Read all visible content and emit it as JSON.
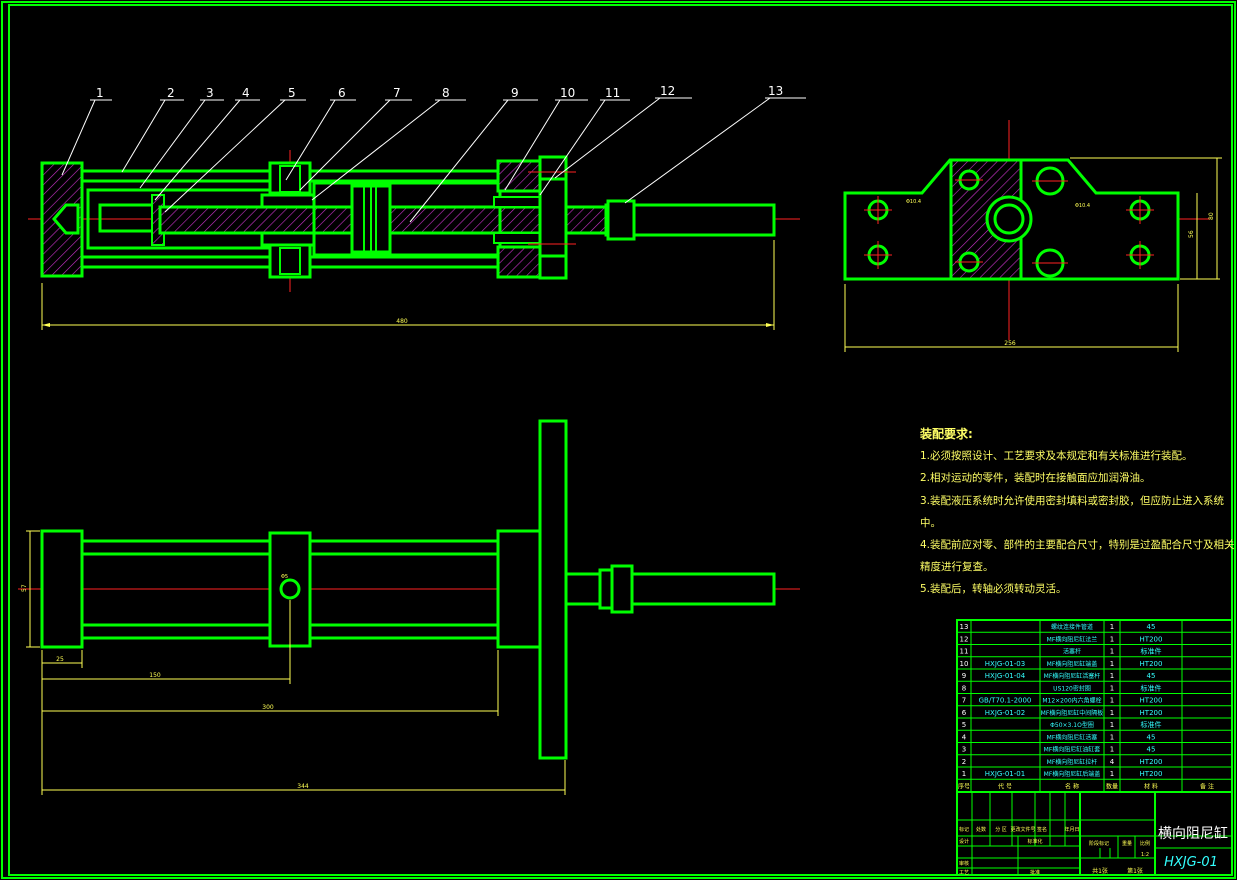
{
  "balloons": [
    "1",
    "2",
    "3",
    "4",
    "5",
    "6",
    "7",
    "8",
    "9",
    "10",
    "11",
    "12",
    "13"
  ],
  "dimensions": {
    "front_length": "480",
    "side_width": "256",
    "side_h1": "80",
    "side_h2": "56",
    "small_hole": "Φ10.4",
    "small_hole2": "Φ10.4",
    "bottom_dia": "Φ5",
    "bottom_a": "25",
    "bottom_b": "150",
    "bottom_c": "300",
    "bottom_d": "344",
    "bottom_h": "57"
  },
  "notes": {
    "title": "装配要求:",
    "items": [
      "1.必须按照设计、工艺要求及本规定和有关标准进行装配。",
      "2.相对运动的零件，装配时在接触面应加润滑油。",
      "3.装配液压系统时允许使用密封填料或密封胶，但应防止进入系统中。",
      "4.装配前应对零、部件的主要配合尺寸，特别是过盈配合尺寸及相关精度进行复查。",
      "5.装配后，转轴必须转动灵活。"
    ]
  },
  "bom": {
    "rows": [
      {
        "no": "13",
        "code": "",
        "name": "螺纹连接件管道",
        "qty": "1",
        "mat": "45"
      },
      {
        "no": "12",
        "code": "",
        "name": "MF横向阻尼缸法兰",
        "qty": "1",
        "mat": "HT200"
      },
      {
        "no": "11",
        "code": "",
        "name": "活塞杆",
        "qty": "1",
        "mat": "标准件"
      },
      {
        "no": "10",
        "code": "HXJG-01-03",
        "name": "MF横向阻尼缸端盖",
        "qty": "1",
        "mat": "HT200"
      },
      {
        "no": "9",
        "code": "HXJG-01-04",
        "name": "MF横向阻尼缸活塞杆",
        "qty": "1",
        "mat": "45"
      },
      {
        "no": "8",
        "code": "",
        "name": "US120密封圈",
        "qty": "1",
        "mat": "标准件"
      },
      {
        "no": "7",
        "code": "GB/T70.1-2000",
        "name": "M12×200内六角螺栓",
        "qty": "1",
        "mat": "HT200"
      },
      {
        "no": "6",
        "code": "HXJG-01-02",
        "name": "MF横向阻尼缸中间隔板",
        "qty": "1",
        "mat": "HT200"
      },
      {
        "no": "5",
        "code": "",
        "name": "Φ50×3.1O型圈",
        "qty": "1",
        "mat": "标准件"
      },
      {
        "no": "4",
        "code": "",
        "name": "MF横向阻尼缸活塞",
        "qty": "1",
        "mat": "45"
      },
      {
        "no": "3",
        "code": "",
        "name": "MF横向阻尼缸油缸套",
        "qty": "1",
        "mat": "45"
      },
      {
        "no": "2",
        "code": "",
        "name": "MF横向阻尼缸拉杆",
        "qty": "4",
        "mat": "HT200"
      },
      {
        "no": "1",
        "code": "HXJG-01-01",
        "name": "MF横向阻尼缸后端盖",
        "qty": "1",
        "mat": "HT200"
      }
    ],
    "header": [
      "序号",
      "代 号",
      "名 称",
      "数量",
      "材 料",
      "备 注"
    ]
  },
  "title_block": {
    "title": "横向阻尼缸",
    "drawing_no": "HXJG-01",
    "scale": "1:2",
    "sheets": "共1张",
    "sheet": "第1张",
    "labels": [
      "标记",
      "处数",
      "分 区",
      "更改文件号",
      "签名",
      "年月日",
      "设计",
      "标准化",
      "审核",
      "工艺",
      "批准",
      "阶段标记",
      "重量",
      "比例"
    ]
  },
  "colors": {
    "outline": "#00ff00",
    "hatch": "#cc33cc",
    "center": "#ff2222",
    "dim": "#ffff55",
    "leader": "#ffffff",
    "border": "#00ff00"
  }
}
